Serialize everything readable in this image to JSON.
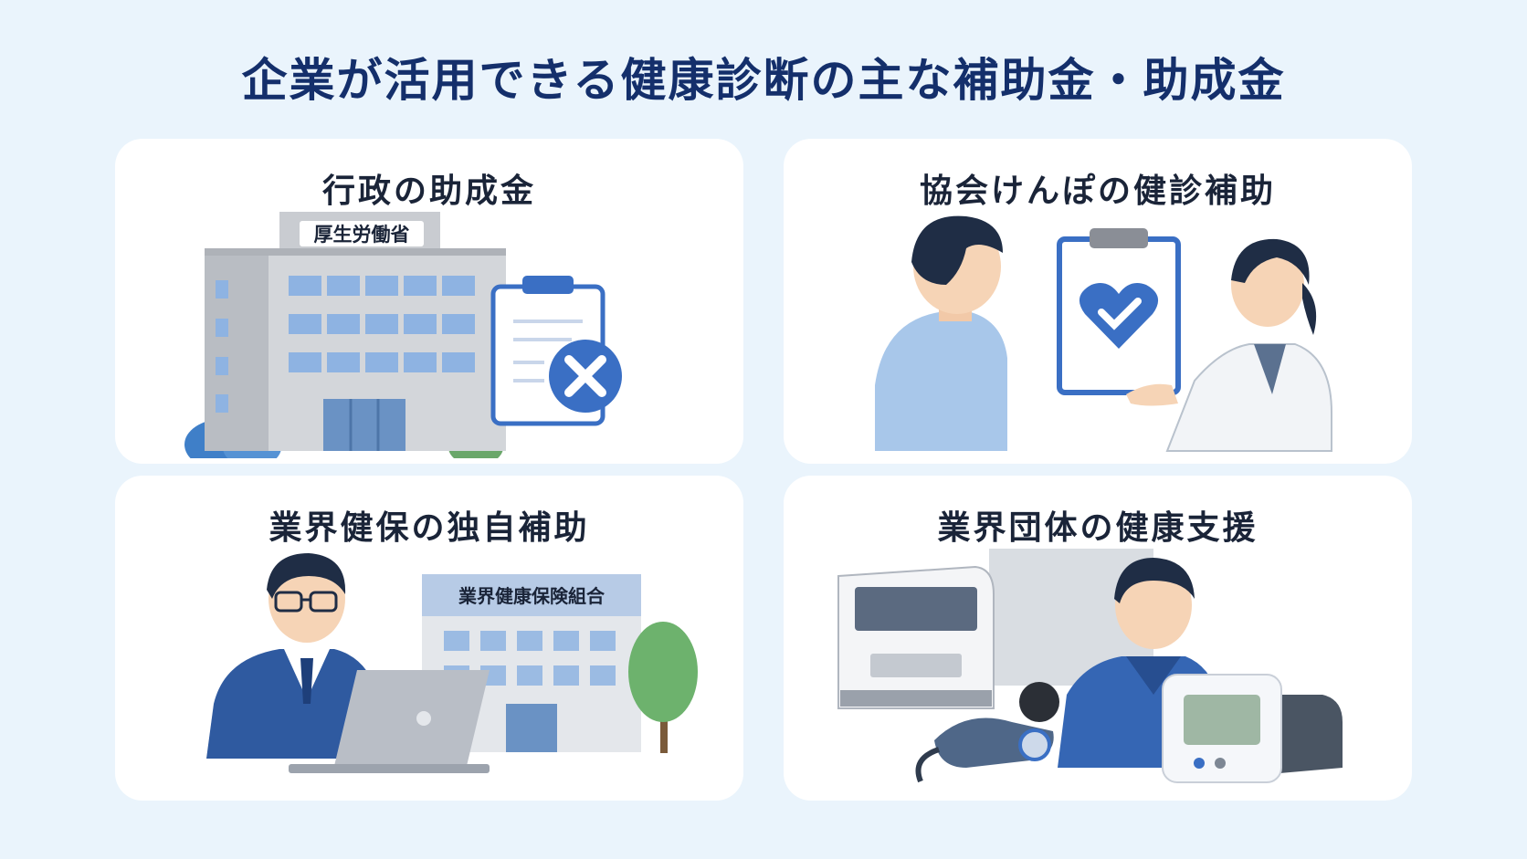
{
  "title": "企業が活用できる健康診断の主な補助金・助成金",
  "cards": [
    {
      "title": "行政の助成金",
      "sign": "厚生労働省"
    },
    {
      "title": "協会けんぽの健診補助"
    },
    {
      "title": "業界健保の独自補助",
      "sign": "業界健康保険組合"
    },
    {
      "title": "業界団体の健康支援"
    }
  ],
  "icons": [
    "government-building-icon",
    "clipboard-x-icon",
    "patient-icon",
    "clipboard-heart-icon",
    "doctor-icon",
    "businessman-icon",
    "laptop-icon",
    "insurance-building-icon",
    "tree-icon",
    "truck-icon",
    "worker-icon",
    "cpap-mask-icon",
    "blood-pressure-monitor-icon"
  ],
  "colors": {
    "background": "#eaf4fc",
    "title": "#142f6b",
    "accent": "#3a6fc4"
  }
}
